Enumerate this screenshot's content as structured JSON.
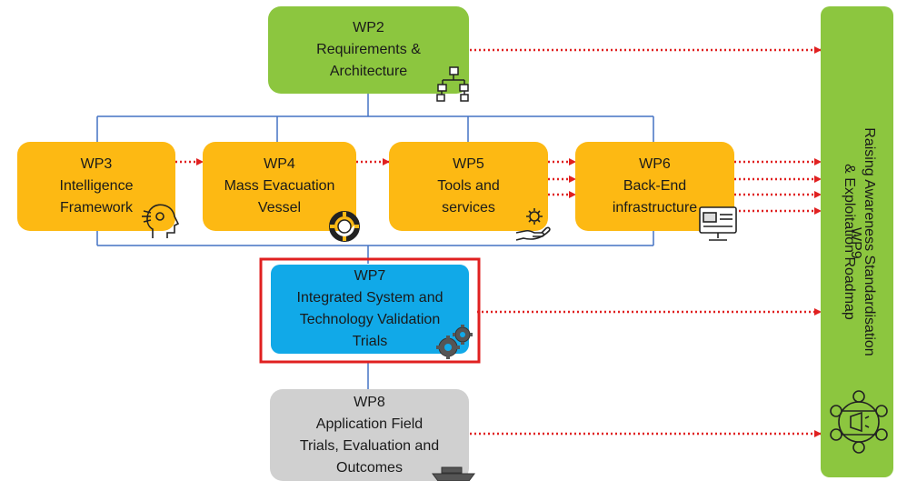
{
  "wp2": {
    "id": "WP2",
    "line1": "Requirements &",
    "line2": "Architecture"
  },
  "wp3": {
    "id": "WP3",
    "line1": "Intelligence",
    "line2": "Framework"
  },
  "wp4": {
    "id": "WP4",
    "line1": "Mass Evacuation",
    "line2": "Vessel"
  },
  "wp5": {
    "id": "WP5",
    "line1": "Tools and",
    "line2": "services"
  },
  "wp6": {
    "id": "WP6",
    "line1": "Back-End",
    "line2": "infrastructure"
  },
  "wp7": {
    "id": "WP7",
    "line1": "Integrated System and",
    "line2": "Technology Validation",
    "line3": "Trials"
  },
  "wp8": {
    "id": "WP8",
    "line1": "Application Field",
    "line2": "Trials, Evaluation and",
    "line3": "Outcomes"
  },
  "wp9": {
    "id": "WP9",
    "line1": "Raising Awareness Standardisation",
    "line2": "& Exploitation Roadmap"
  },
  "colors": {
    "green": "#8cc63f",
    "orange": "#fdb913",
    "blue": "#11a9e8",
    "grey": "#d0d0d0",
    "connector": "#4472c4",
    "arrow": "#e02020",
    "highlight": "#e02020"
  },
  "icons": [
    "org-chart-icon",
    "ai-head-icon",
    "lifebuoy-icon",
    "hand-gear-icon",
    "computer-screen-icon",
    "gears-icon",
    "ship-icon",
    "network-megaphone-icon"
  ]
}
